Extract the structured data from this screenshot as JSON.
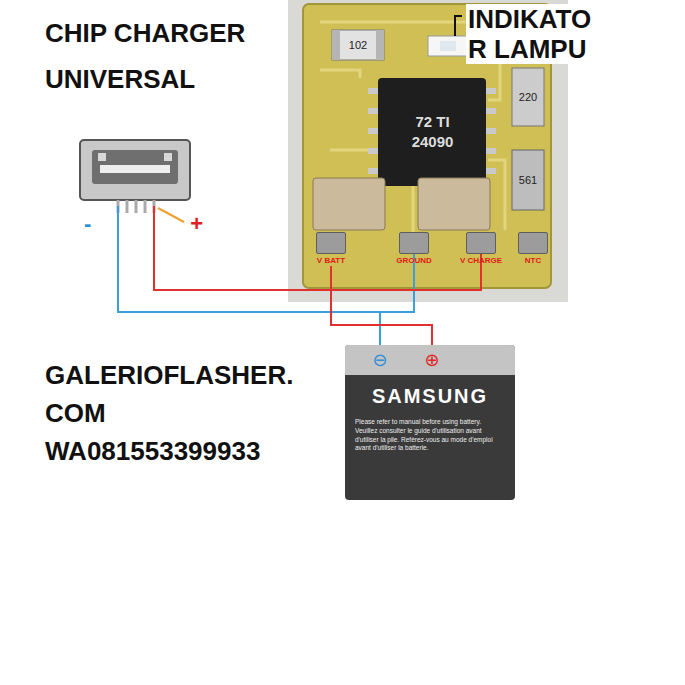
{
  "diagram": {
    "title": "CHIP CHARGER UNIVERSAL",
    "nodes": [
      {
        "text": [
          "V BATT"
        ]
      },
      {
        "text": [
          "GROUND"
        ]
      },
      {
        "text": [
          "V CHARGE"
        ]
      },
      {
        "text": [
          "NTC"
        ]
      },
      {
        "text": [
          "-"
        ]
      },
      {
        "text": [
          "+"
        ]
      },
      {
        "text": [
          "SAMSUNG",
          "Please refer to manual before using battery. Veuillez consulter le guide d'utilisation avant d'utiliser la pile. Reférez-vous au mode d'emploi avant d'utiliser la batterie."
        ]
      },
      {
        "text": [
          "⊖"
        ],
        "in": 6
      },
      {
        "text": [
          "⊕"
        ],
        "in": 6
      }
    ],
    "edges": [
      {
        "from": 4,
        "to": 1,
        "arrow": "none"
      },
      {
        "from": 4,
        "to": 7,
        "arrow": "none"
      },
      {
        "from": 1,
        "to": 7,
        "arrow": "none"
      },
      {
        "from": 5,
        "to": 2,
        "arrow": "none"
      },
      {
        "from": 0,
        "to": 8,
        "arrow": "none"
      }
    ],
    "labels": [
      "INDIKATO R LAMPU",
      "102",
      "72 TI 24090",
      "220",
      "561",
      "GALERIOFLASHER. COM",
      "WA081553399933"
    ]
  }
}
